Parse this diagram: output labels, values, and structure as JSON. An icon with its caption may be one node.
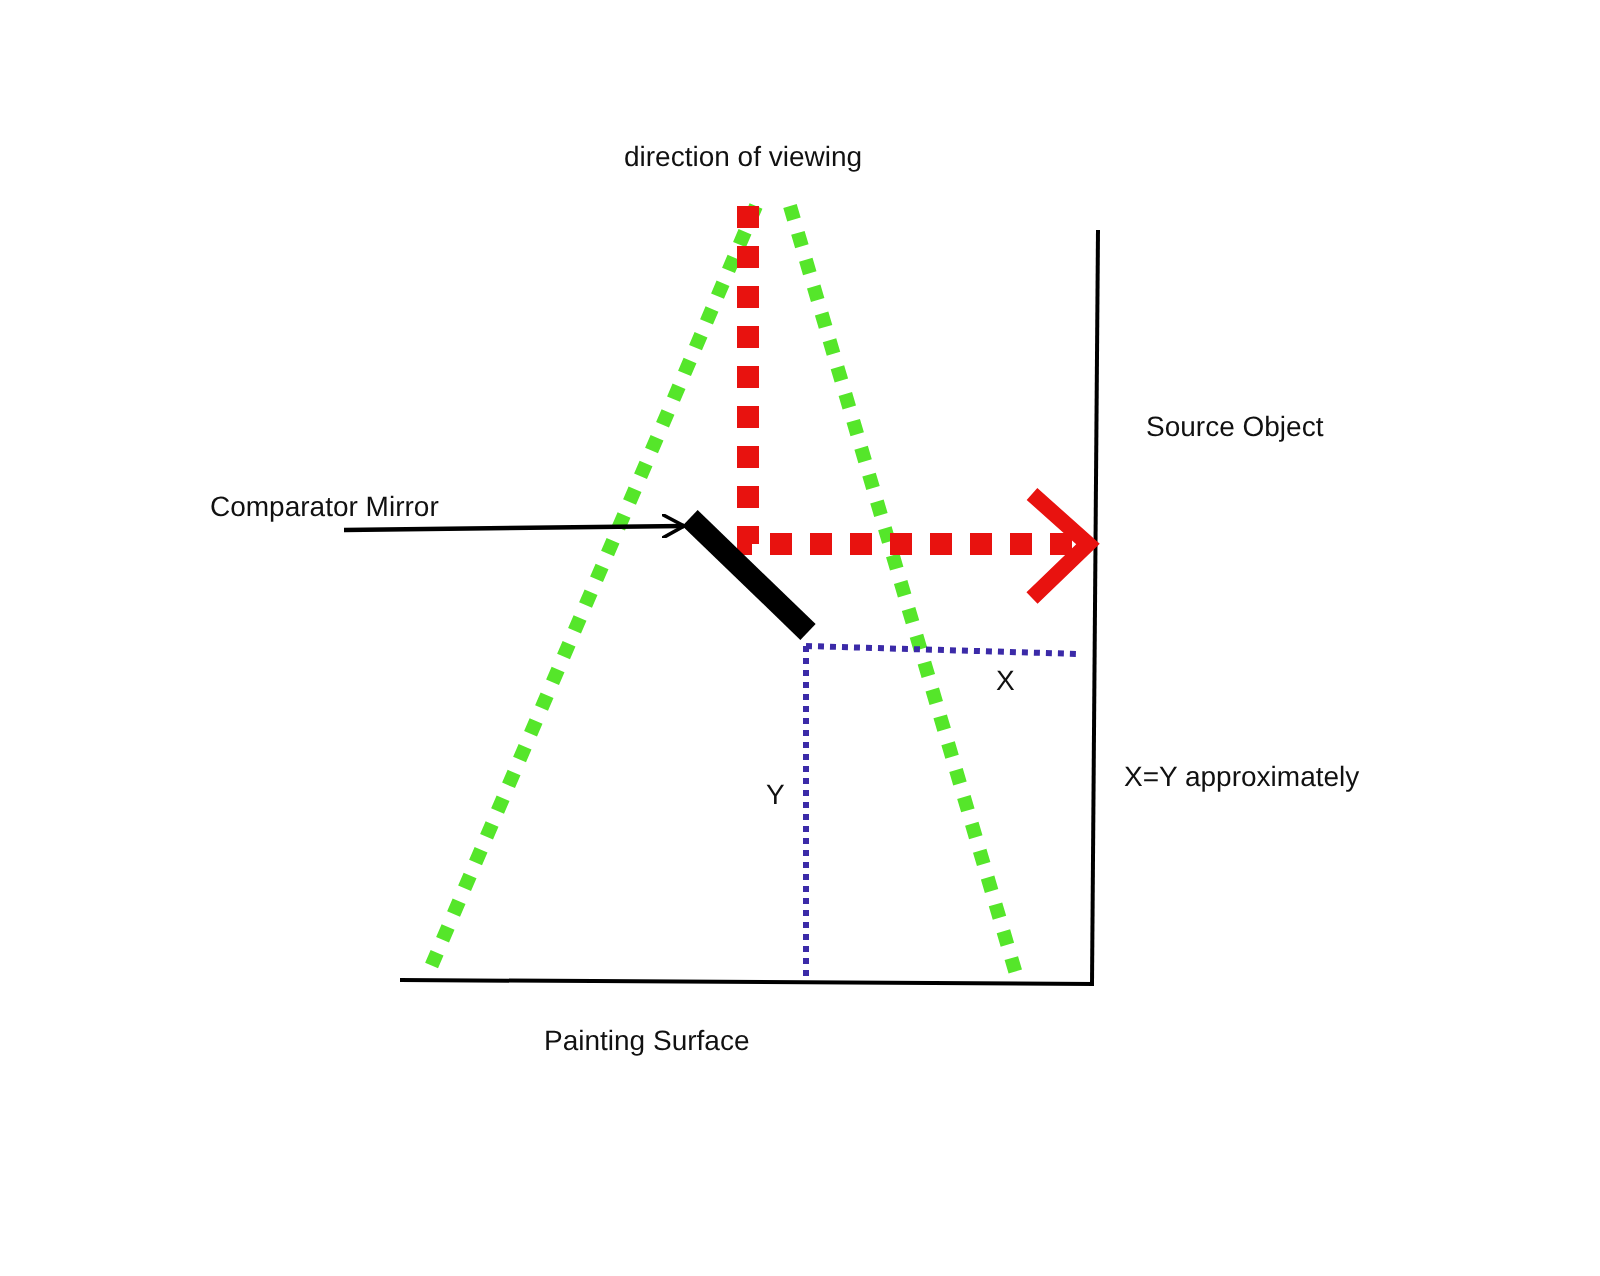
{
  "diagram": {
    "nodes": [
      {
        "text": [
          "Comparator Mirror"
        ]
      },
      {
        "text": [],
        "shape": "bar"
      }
    ],
    "edges": [
      {
        "from": 0,
        "to": 1,
        "arrow": "to"
      }
    ],
    "labels": [
      "direction of viewing",
      "Source Object",
      "X",
      "X=Y approximately",
      "Y",
      "Painting Surface"
    ]
  }
}
